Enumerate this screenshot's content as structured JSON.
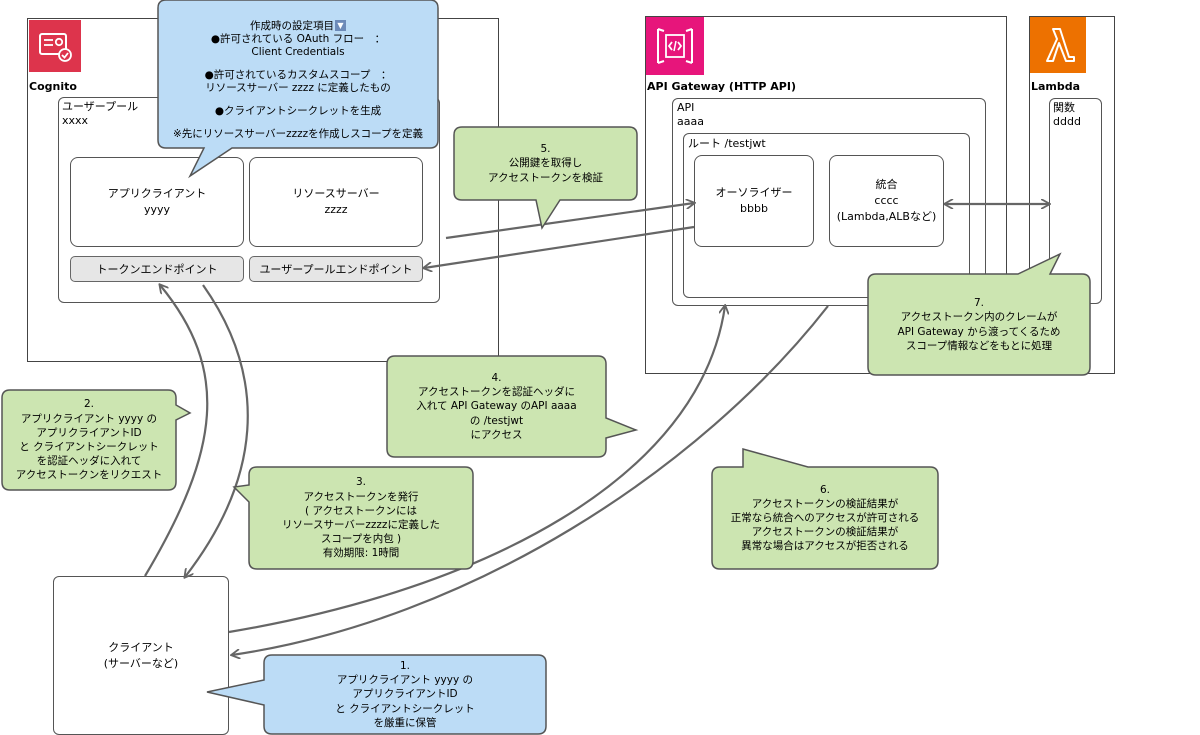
{
  "colors": {
    "green_fill": "#cce5b1",
    "blue_fill": "#bcdcf6",
    "callout_stroke": "#555555",
    "arrow": "#666666",
    "cognito_icon": "#dd344c",
    "apigw_icon": "#e7157b",
    "lambda_icon": "#ed7100"
  },
  "cognito": {
    "icon": "cognito-icon",
    "title": "Cognito",
    "userpool": {
      "label": "ユーザープール\nxxxx"
    },
    "app_client": {
      "label": "アプリクライアント\nyyyy"
    },
    "resource_server": {
      "label": "リソースサーバー\nzzzz"
    },
    "token_endpoint": "トークンエンドポイント",
    "userpool_endpoint": "ユーザープールエンドポイント"
  },
  "apigw": {
    "icon": "api-gateway-icon",
    "title": "API Gateway (HTTP API)",
    "api_label": "API\naaaa",
    "route_label": "ルート /testjwt",
    "authorizer": "オーソライザー\nbbbb",
    "integration": "統合\ncccc\n(Lambda,ALBなど)"
  },
  "lambda": {
    "icon": "lambda-icon",
    "title": "Lambda",
    "function_label": "関数\ndddd"
  },
  "client": {
    "label": "クライアント\n(サーバーなど)"
  },
  "settings_callout": {
    "title": "作成時の設定項目",
    "expand_icon": "chevron-down-icon",
    "lines": [
      "●許可されている OAuth フロー　：",
      "Client Credentials",
      "",
      "●許可されているカスタムスコープ　：",
      "リソースサーバー zzzz に定義したもの",
      "",
      "●クライアントシークレットを生成",
      "",
      "※先にリソースサーバーzzzzを作成しスコープを定義"
    ]
  },
  "steps": [
    {
      "num": "1.",
      "text": "アプリクライアント yyyy の\nアプリクライアントID\nと クライアントシークレット\nを厳重に保管"
    },
    {
      "num": "2.",
      "text": "アプリクライアント yyyy の\nアプリクライアントID\nと クライアントシークレット\nを認証ヘッダに入れて\nアクセストークンをリクエスト"
    },
    {
      "num": "3.",
      "text": "アクセストークンを発行\n( アクセストークンには\nリソースサーバーzzzzに定義した\nスコープを内包 )\n有効期限: 1時間"
    },
    {
      "num": "4.",
      "text": "アクセストークンを認証ヘッダに\n入れて API Gateway のAPI aaaa\nの /testjwt\nにアクセス"
    },
    {
      "num": "5.",
      "text": "公開鍵を取得し\nアクセストークンを検証"
    },
    {
      "num": "6.",
      "text": "アクセストークンの検証結果が\n正常なら統合へのアクセスが許可される\nアクセストークンの検証結果が\n異常な場合はアクセスが拒否される"
    },
    {
      "num": "7.",
      "text": "アクセストークン内のクレームが\nAPI Gateway から渡ってくるため\nスコープ情報などをもとに処理"
    }
  ]
}
